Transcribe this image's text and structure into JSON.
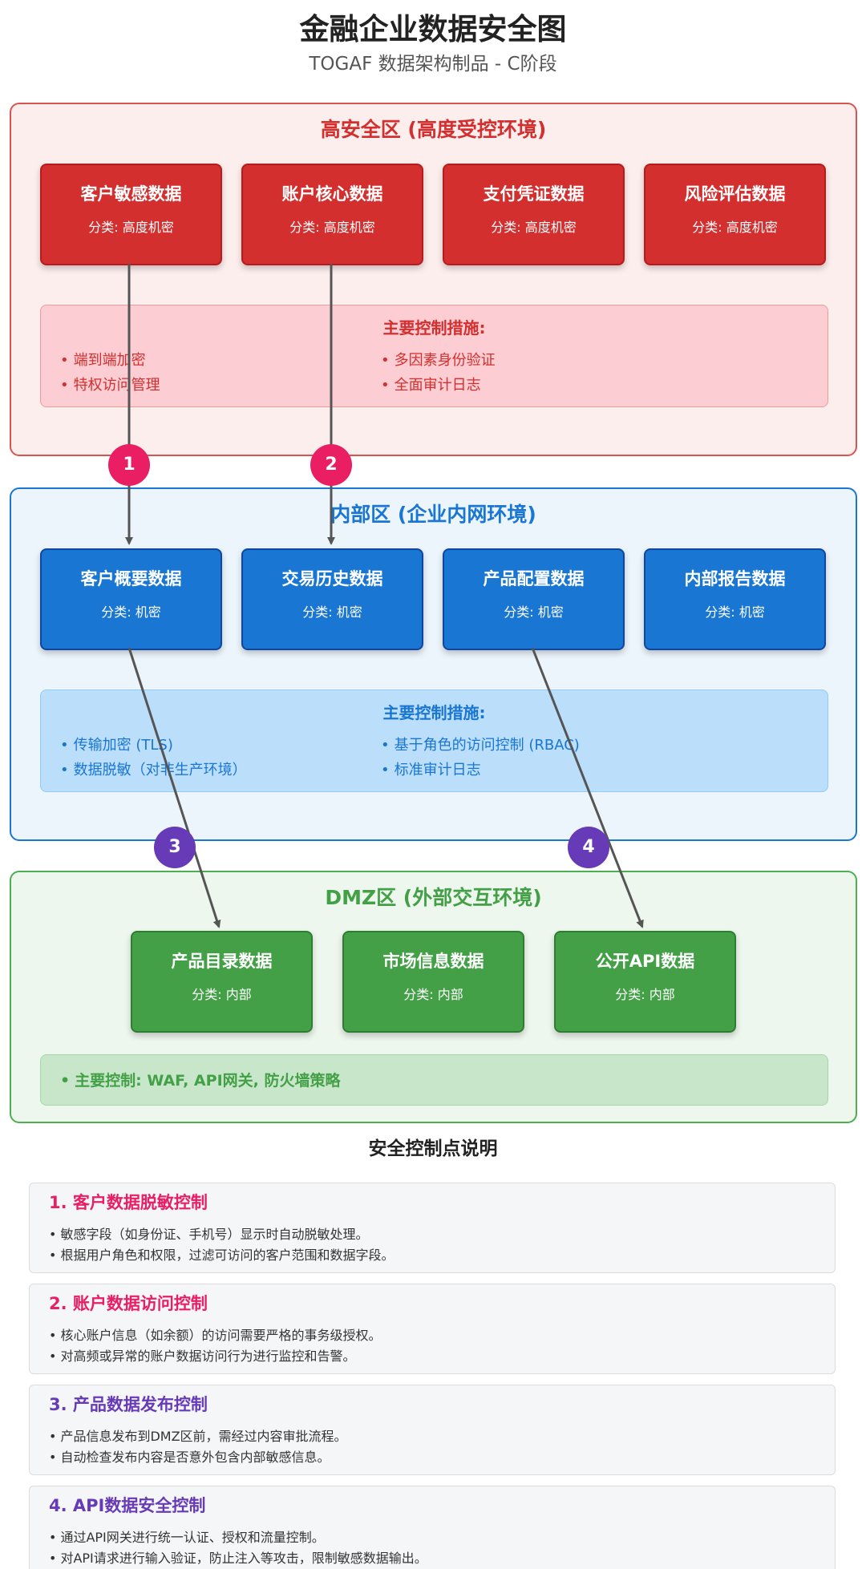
{
  "title": "金融企业数据安全图",
  "subtitle": "TOGAF 数据架构制品 - C阶段",
  "zones": {
    "high": {
      "title": "高安全区 (高度受控环境)",
      "boxes": [
        {
          "name": "客户敏感数据",
          "classification": "分类: 高度机密"
        },
        {
          "name": "账户核心数据",
          "classification": "分类: 高度机密"
        },
        {
          "name": "支付凭证数据",
          "classification": "分类: 高度机密"
        },
        {
          "name": "风险评估数据",
          "classification": "分类: 高度机密"
        }
      ],
      "controls_title": "主要控制措施:",
      "controls": [
        "端到端加密",
        "特权访问管理",
        "多因素身份验证",
        "全面审计日志"
      ],
      "color": "#d32f2f"
    },
    "internal": {
      "title": "内部区 (企业内网环境)",
      "boxes": [
        {
          "name": "客户概要数据",
          "classification": "分类: 机密"
        },
        {
          "name": "交易历史数据",
          "classification": "分类: 机密"
        },
        {
          "name": "产品配置数据",
          "classification": "分类: 机密"
        },
        {
          "name": "内部报告数据",
          "classification": "分类: 机密"
        }
      ],
      "controls_title": "主要控制措施:",
      "controls": [
        "传输加密 (TLS)",
        "数据脱敏（对非生产环境）",
        "基于角色的访问控制 (RBAC)",
        "标准审计日志"
      ],
      "color": "#1976d2"
    },
    "dmz": {
      "title": "DMZ区 (外部交互环境)",
      "boxes": [
        {
          "name": "产品目录数据",
          "classification": "分类: 内部"
        },
        {
          "name": "市场信息数据",
          "classification": "分类: 内部"
        },
        {
          "name": "公开API数据",
          "classification": "分类: 内部"
        }
      ],
      "controls": "主要控制: WAF, API网关, 防火墙策略",
      "color": "#43a047"
    }
  },
  "flows": [
    {
      "label": "1",
      "from": "客户敏感数据",
      "to": "客户概要数据",
      "color": "#e91e63"
    },
    {
      "label": "2",
      "from": "账户核心数据",
      "to": "交易历史数据",
      "color": "#e91e63"
    },
    {
      "label": "3",
      "from": "客户概要数据",
      "to": "产品目录数据",
      "color": "#673ab7"
    },
    {
      "label": "4",
      "from": "产品配置数据",
      "to": "公开API数据",
      "color": "#673ab7"
    }
  ],
  "notes_title": "安全控制点说明",
  "notes": [
    {
      "title": "1. 客户数据脱敏控制",
      "lines": [
        "敏感字段（如身份证、手机号）显示时自动脱敏处理。",
        "根据用户角色和权限，过滤可访问的客户范围和数据字段。"
      ]
    },
    {
      "title": "2. 账户数据访问控制",
      "lines": [
        "核心账户信息（如余额）的访问需要严格的事务级授权。",
        "对高频或异常的账户数据访问行为进行监控和告警。"
      ]
    },
    {
      "title": "3. 产品数据发布控制",
      "lines": [
        "产品信息发布到DMZ区前，需经过内容审批流程。",
        "自动检查发布内容是否意外包含内部敏感信息。"
      ]
    },
    {
      "title": "4. API数据安全控制",
      "lines": [
        "通过API网关进行统一认证、授权和流量控制。",
        "对API请求进行输入验证，防止注入等攻击，限制敏感数据输出。"
      ]
    }
  ]
}
